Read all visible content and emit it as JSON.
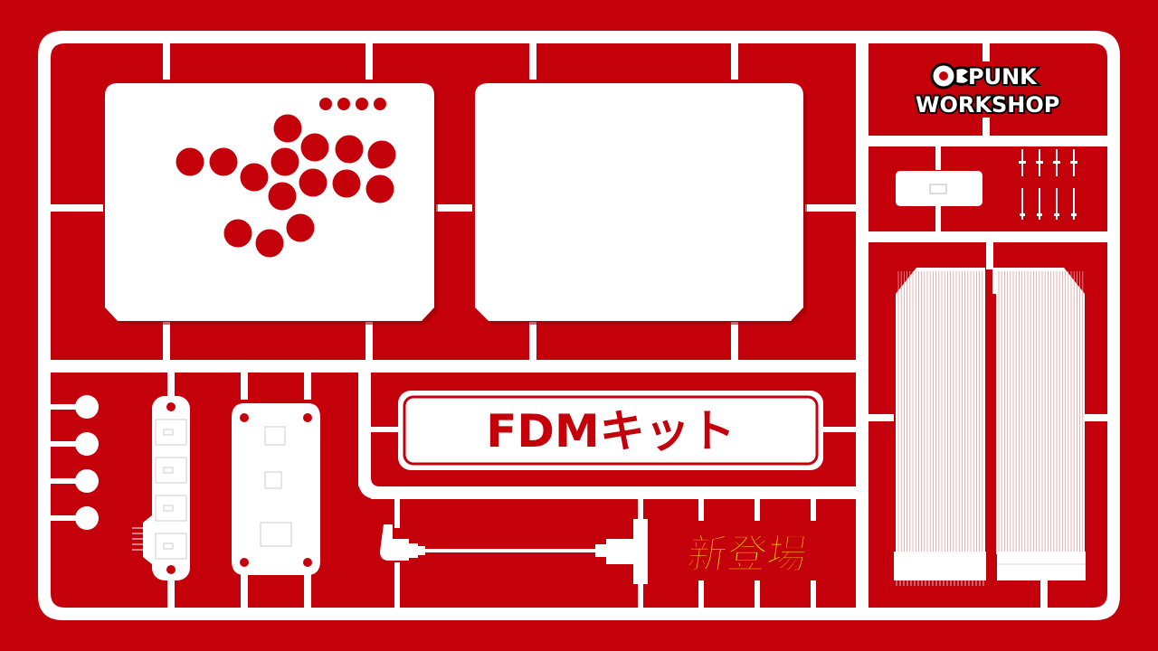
{
  "colors": {
    "background": "#c4000a",
    "sprue": "#ffffff",
    "button_hole": "#c4000a",
    "accent_yellow": "#ffe600",
    "logo_outline": "#000000"
  },
  "logo": {
    "line1": "PUNK",
    "line2": "WORKSHOP",
    "icon": "wrench-gear-icon"
  },
  "product_label": "FDMキット",
  "badge": "新登場"
}
